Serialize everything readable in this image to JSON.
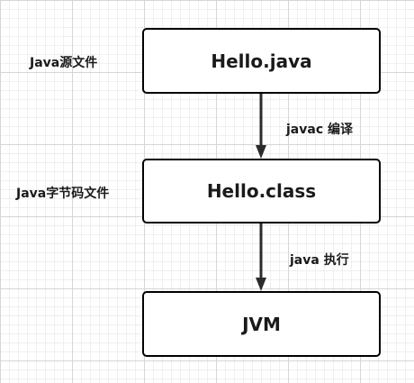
{
  "nodes": [
    {
      "label": "Hello.java",
      "side_label": "Java源文件"
    },
    {
      "label": "Hello.class",
      "side_label": "Java字节码文件"
    },
    {
      "label": "JVM",
      "side_label": ""
    }
  ],
  "edges": [
    {
      "from": "Hello.java",
      "to": "Hello.class",
      "label": "javac 编译"
    },
    {
      "from": "Hello.class",
      "to": "JVM",
      "label": "java 执行"
    }
  ],
  "colors": {
    "stroke": "#000000",
    "grid": "#d6d6d6",
    "background": "#ffffff"
  }
}
